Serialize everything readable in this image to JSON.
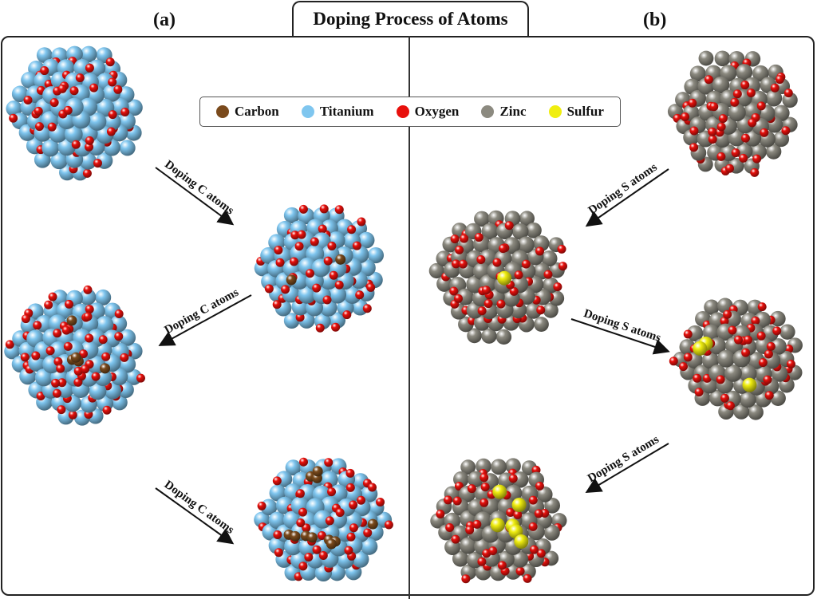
{
  "title": "Doping Process of Atoms",
  "panels": {
    "a": "(a)",
    "b": "(b)"
  },
  "legend": [
    {
      "label": "Carbon",
      "color": "#7a4a1c"
    },
    {
      "label": "Titanium",
      "color": "#7fc6ef"
    },
    {
      "label": "Oxygen",
      "color": "#e8100c"
    },
    {
      "label": "Zinc",
      "color": "#8c8a80"
    },
    {
      "label": "Sulfur",
      "color": "#f0ee10"
    }
  ],
  "arrows": {
    "a": [
      "Doping C atoms",
      "Doping C atoms",
      "Doping C atoms"
    ],
    "b": [
      "Doping S atoms",
      "Doping S atoms",
      "Doping S atoms"
    ]
  }
}
